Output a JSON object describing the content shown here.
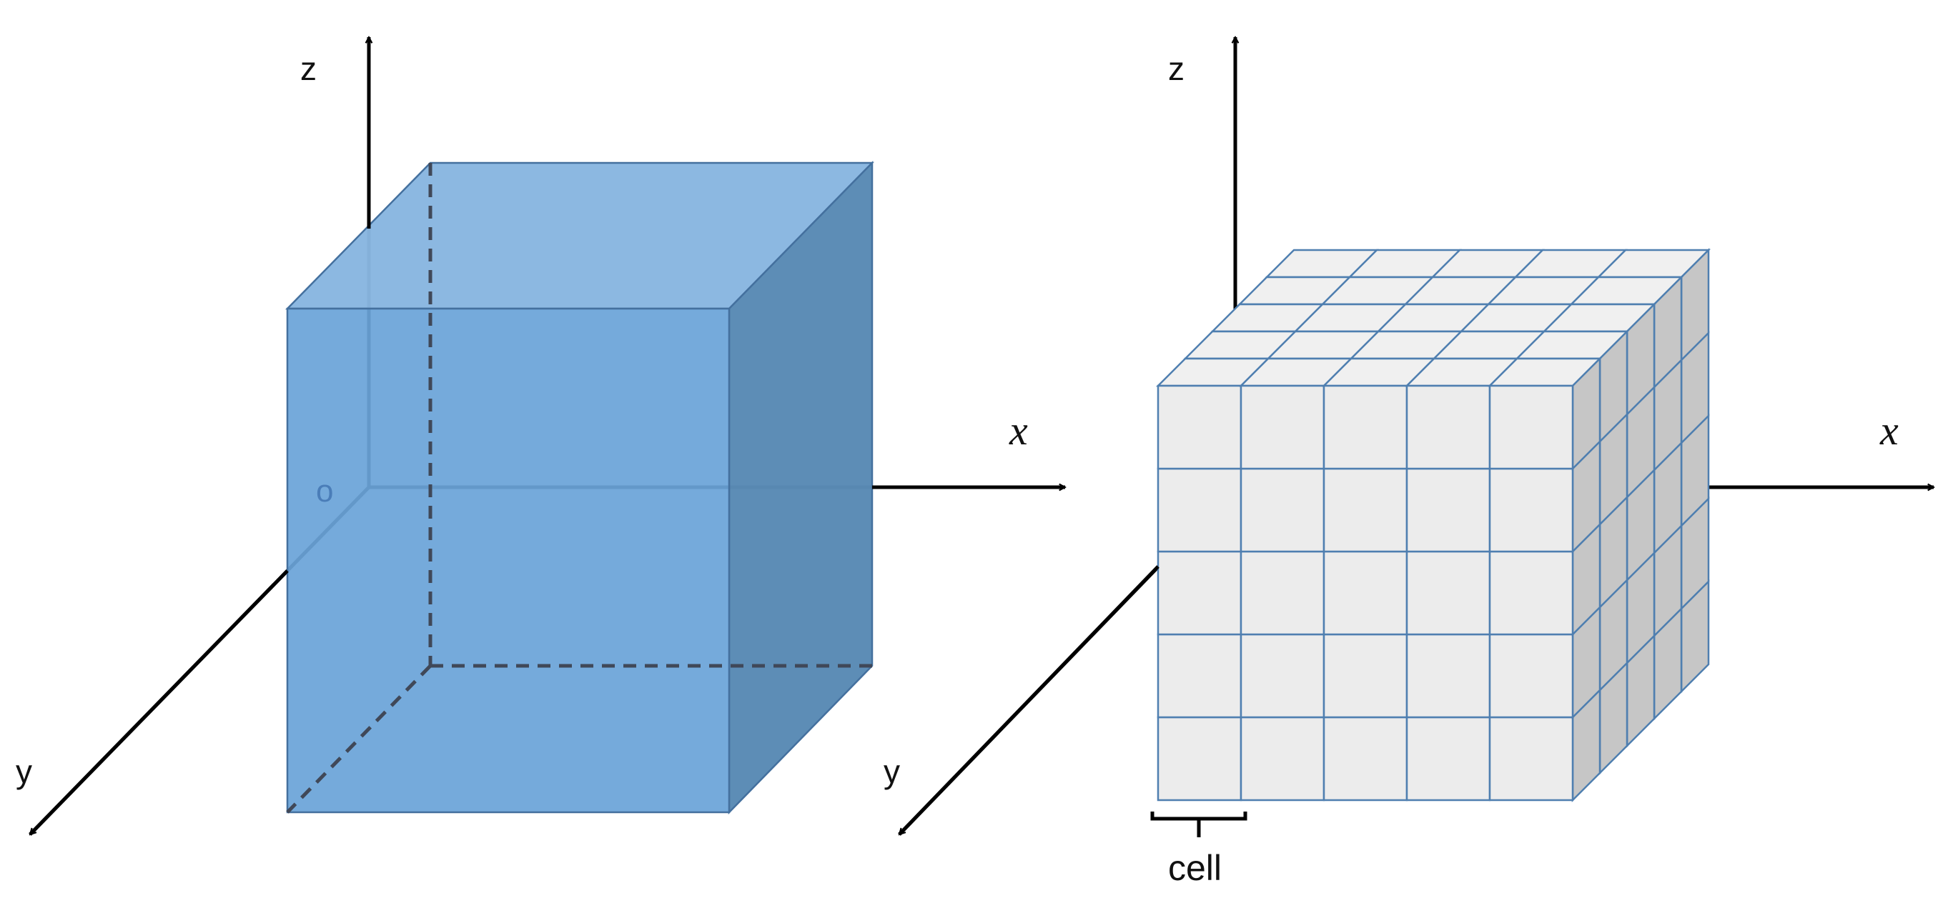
{
  "left_panel": {
    "z_label": "z",
    "x_label": "x",
    "y_label": "y",
    "origin_label": "o"
  },
  "right_panel": {
    "z_label": "z",
    "x_label": "x",
    "y_label": "y",
    "cell_label": "cell",
    "grid": {
      "cols": 5,
      "rows": 5,
      "layers": 5
    }
  },
  "colors": {
    "solid_front": "#6aa4d8",
    "solid_top": "#88b6e0",
    "solid_side": "#5a8bb5",
    "solid_edge": "#44709e",
    "hidden_edge": "#404858",
    "cell_face": "#ececec",
    "cell_top": "#f0f0f0",
    "cell_side": "#c6c6c6",
    "cell_edge": "#4f7fb0",
    "axis": "#000000"
  }
}
